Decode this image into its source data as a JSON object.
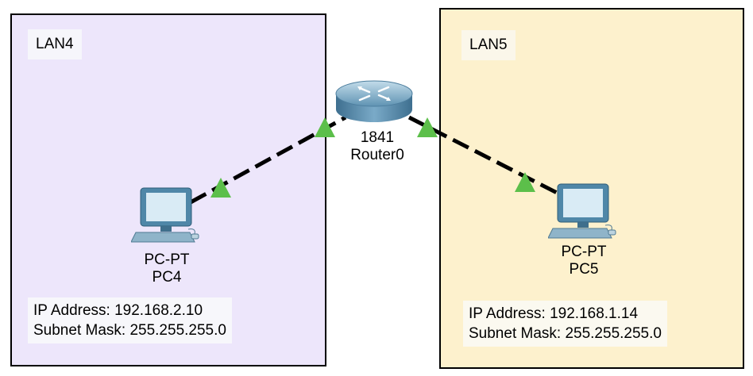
{
  "lans": [
    {
      "label": "LAN4",
      "ip": "IP Address: 192.168.2.10",
      "mask": "Subnet Mask: 255.255.255.0",
      "color": "#ede6fb"
    },
    {
      "label": "LAN5",
      "ip": "IP Address: 192.168.1.14",
      "mask": "Subnet Mask: 255.255.255.0",
      "color": "#fdf1cd"
    }
  ],
  "router": {
    "model": "1841",
    "name": "Router0",
    "icon": "router-icon"
  },
  "pcs": [
    {
      "type": "PC-PT",
      "name": "PC4",
      "icon": "pc-icon"
    },
    {
      "type": "PC-PT",
      "name": "PC5",
      "icon": "pc-icon"
    }
  ],
  "link_status_color": "#5cbf4a"
}
